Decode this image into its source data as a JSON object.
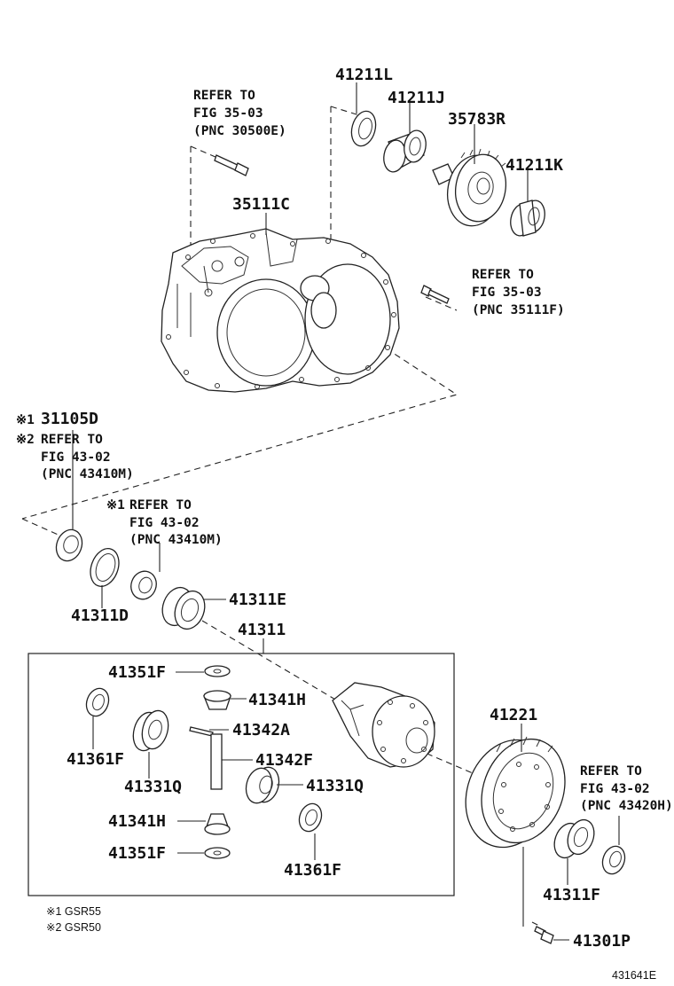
{
  "part_labels": {
    "p41211L": "41211L",
    "p41211J": "41211J",
    "p35783R": "35783R",
    "p41211K": "41211K",
    "p35111C": "35111C",
    "p31105D": "31105D",
    "p41311D": "41311D",
    "p41311E": "41311E",
    "p41311": "41311",
    "p41351F_top": "41351F",
    "p41341H_top": "41341H",
    "p41342A": "41342A",
    "p41361F_left": "41361F",
    "p41342F": "41342F",
    "p41331Q_left": "41331Q",
    "p41331Q_right": "41331Q",
    "p41341H_bottom": "41341H",
    "p41351F_bottom": "41351F",
    "p41361F_bottom": "41361F",
    "p41221": "41221",
    "p41311F": "41311F",
    "p41301P": "41301P"
  },
  "references": {
    "ref_3503_a": {
      "line1": "REFER TO",
      "line2": "FIG 35-03",
      "line3": "(PNC 30500E)"
    },
    "ref_3503_b": {
      "line1": "REFER TO",
      "line2": "FIG 35-03",
      "line3": "(PNC 35111F)"
    },
    "ref_4302_a": {
      "mark": "※2",
      "line1": "REFER TO",
      "line2": "FIG 43-02",
      "line3": "(PNC 43410M)"
    },
    "ref_4302_b": {
      "mark": "※1",
      "line1": "REFER TO",
      "line2": "FIG 43-02",
      "line3": "(PNC 43410M)"
    },
    "ref_4302_c": {
      "line1": "REFER TO",
      "line2": "FIG 43-02",
      "line3": "(PNC 43420H)"
    }
  },
  "marks": {
    "m31105D": "※1"
  },
  "notes": {
    "note1": "※1 GSR55",
    "note2": "※2 GSR50"
  },
  "diagram_id": "431641E"
}
